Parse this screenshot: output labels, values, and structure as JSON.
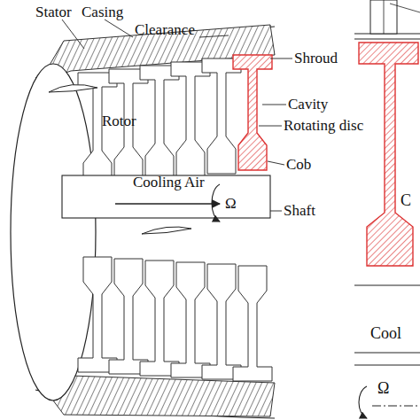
{
  "diagram": {
    "labels": [
      "Stator",
      "Casing",
      "Clearance",
      "Shroud",
      "Cavity",
      "Rotor",
      "Rotating disc",
      "Cob",
      "Cooling Air",
      "Ω",
      "Shaft",
      "C",
      "Cool",
      "Ω"
    ]
  }
}
